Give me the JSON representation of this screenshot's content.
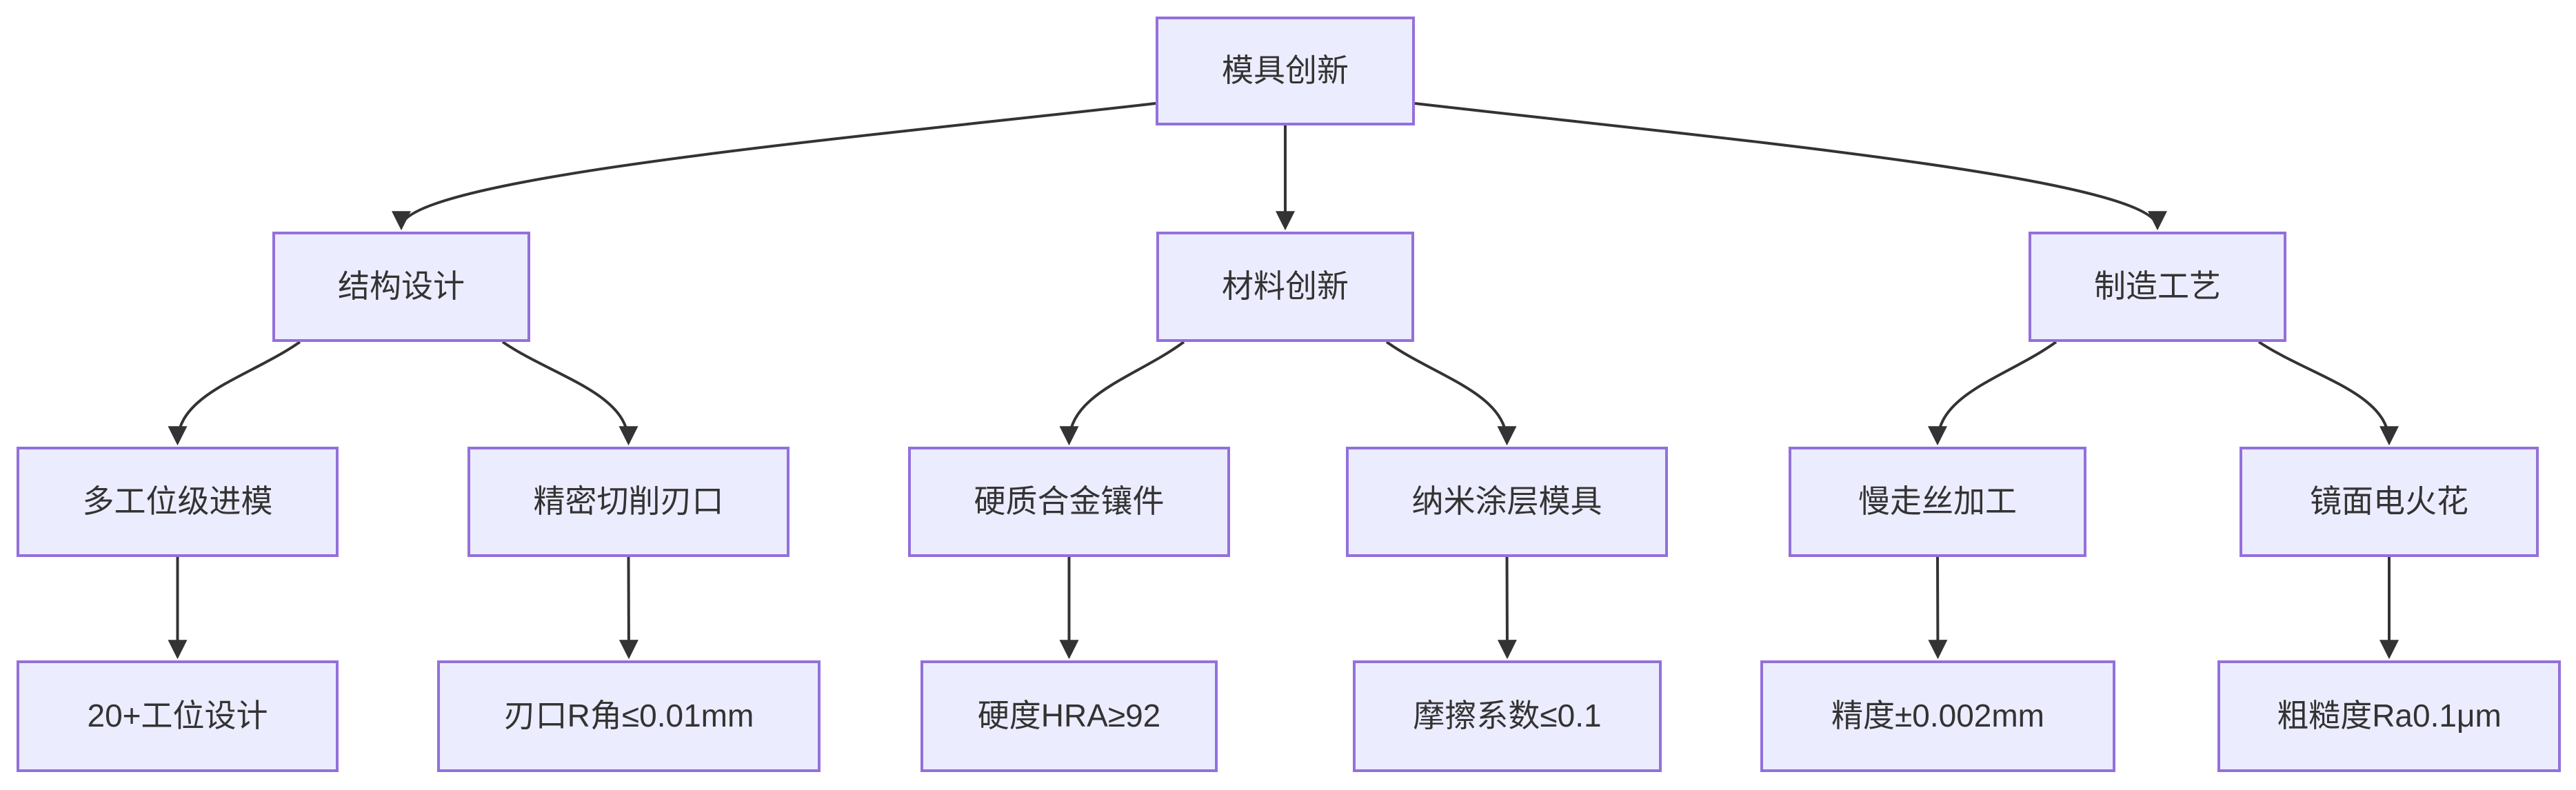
{
  "diagram": {
    "type": "flowchart-tree",
    "title": "模具创新",
    "colors": {
      "node_fill": "#ECECFF",
      "node_border": "#9370DB",
      "edge": "#333333",
      "text": "#333333",
      "background": "#FFFFFF"
    },
    "nodes": [
      {
        "id": "root",
        "label": "模具创新",
        "level": 1
      },
      {
        "id": "struct",
        "label": "结构设计",
        "level": 2
      },
      {
        "id": "material",
        "label": "材料创新",
        "level": 2
      },
      {
        "id": "process",
        "label": "制造工艺",
        "level": 2
      },
      {
        "id": "multi",
        "label": "多工位级进模",
        "level": 3
      },
      {
        "id": "edge_cut",
        "label": "精密切削刃口",
        "level": 3
      },
      {
        "id": "carbide",
        "label": "硬质合金镶件",
        "level": 3
      },
      {
        "id": "nano",
        "label": "纳米涂层模具",
        "level": 3
      },
      {
        "id": "wire",
        "label": "慢走丝加工",
        "level": 3
      },
      {
        "id": "edm",
        "label": "镜面电火花",
        "level": 3
      },
      {
        "id": "stations",
        "label": "20+工位设计",
        "level": 4
      },
      {
        "id": "radius",
        "label": "刃口R角≤0.01mm",
        "level": 4
      },
      {
        "id": "hardness",
        "label": "硬度HRA≥92",
        "level": 4
      },
      {
        "id": "friction",
        "label": "摩擦系数≤0.1",
        "level": 4
      },
      {
        "id": "precision",
        "label": "精度±0.002mm",
        "level": 4
      },
      {
        "id": "roughness",
        "label": "粗糙度Ra0.1μm",
        "level": 4
      }
    ],
    "edges": [
      {
        "from": "root",
        "to": "struct"
      },
      {
        "from": "root",
        "to": "material"
      },
      {
        "from": "root",
        "to": "process"
      },
      {
        "from": "struct",
        "to": "multi"
      },
      {
        "from": "struct",
        "to": "edge_cut"
      },
      {
        "from": "material",
        "to": "carbide"
      },
      {
        "from": "material",
        "to": "nano"
      },
      {
        "from": "process",
        "to": "wire"
      },
      {
        "from": "process",
        "to": "edm"
      },
      {
        "from": "multi",
        "to": "stations"
      },
      {
        "from": "edge_cut",
        "to": "radius"
      },
      {
        "from": "carbide",
        "to": "hardness"
      },
      {
        "from": "nano",
        "to": "friction"
      },
      {
        "from": "wire",
        "to": "precision"
      },
      {
        "from": "edm",
        "to": "roughness"
      }
    ]
  }
}
